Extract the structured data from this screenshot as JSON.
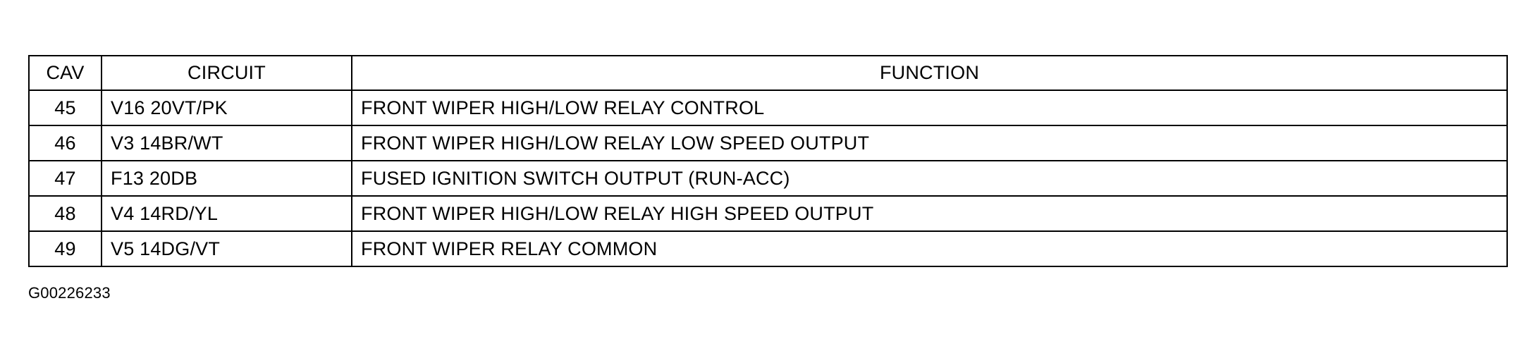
{
  "table": {
    "headers": {
      "cav": "CAV",
      "circuit": "CIRCUIT",
      "function": "FUNCTION"
    },
    "rows": [
      {
        "cav": "45",
        "circuit": "V16 20VT/PK",
        "function": "FRONT WIPER HIGH/LOW RELAY CONTROL"
      },
      {
        "cav": "46",
        "circuit": "V3 14BR/WT",
        "function": "FRONT WIPER HIGH/LOW RELAY LOW SPEED OUTPUT"
      },
      {
        "cav": "47",
        "circuit": "F13 20DB",
        "function": "FUSED IGNITION SWITCH OUTPUT (RUN-ACC)"
      },
      {
        "cav": "48",
        "circuit": "V4 14RD/YL",
        "function": "FRONT WIPER HIGH/LOW RELAY HIGH SPEED OUTPUT"
      },
      {
        "cav": "49",
        "circuit": "V5 14DG/VT",
        "function": "FRONT WIPER RELAY COMMON"
      }
    ]
  },
  "figure_id": "G00226233"
}
